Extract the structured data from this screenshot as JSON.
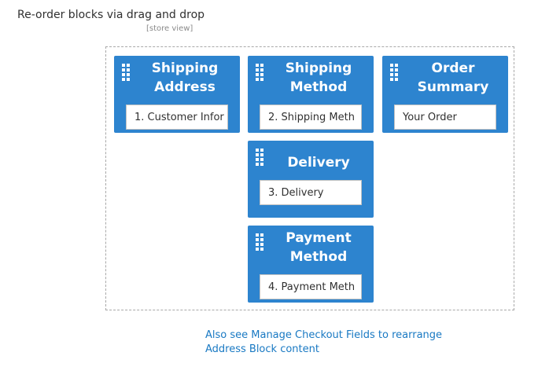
{
  "header": {
    "title": "Re-order blocks via drag and drop",
    "scope": "[store view]"
  },
  "blocks": [
    {
      "title": "Shipping Address",
      "value": "1. Customer Infor"
    },
    {
      "title": "Shipping Method",
      "value": "2. Shipping Meth"
    },
    {
      "title": "Order Summary",
      "value": "Your Order"
    },
    {
      "title": "Delivery",
      "value": "3. Delivery"
    },
    {
      "title": "Payment Method",
      "value": "4. Payment Meth"
    }
  ],
  "note": {
    "text": "Also see Manage Checkout Fields to rearrange Address Block content"
  },
  "colors": {
    "block_background": "#2d84cf",
    "link": "#1979c3"
  },
  "icons": [
    "drag-handle-icon"
  ]
}
